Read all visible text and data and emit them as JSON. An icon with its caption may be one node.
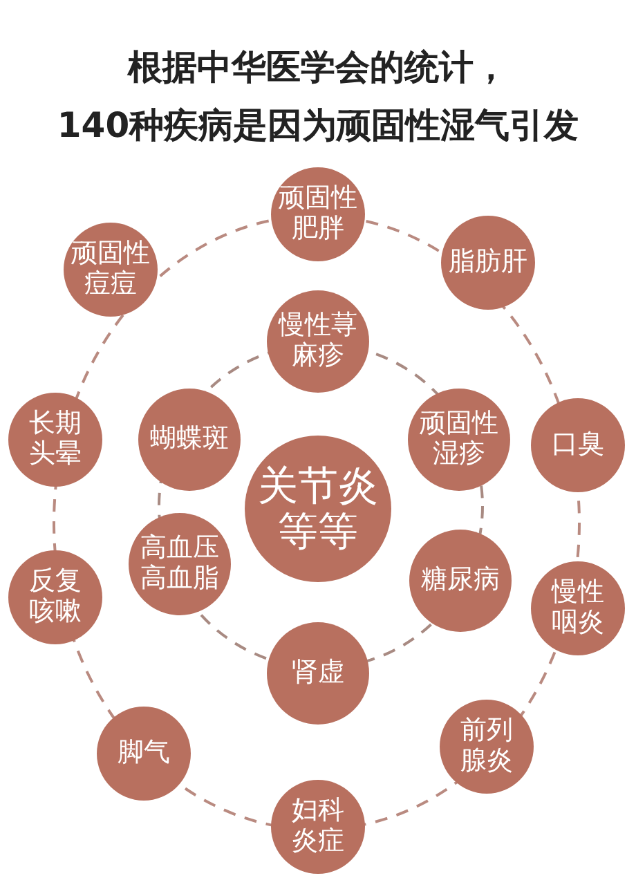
{
  "diagram": {
    "title": "根据中华医学会的统计，140种疾病是因为顽固性湿气引发",
    "nodes": [
      {
        "text": [
          "顽固性肥胖"
        ]
      },
      {
        "text": [
          "脂肪肝"
        ]
      },
      {
        "text": [
          "口臭"
        ]
      },
      {
        "text": [
          "慢性咽炎"
        ]
      },
      {
        "text": [
          "前列腺炎"
        ]
      },
      {
        "text": [
          "妇科炎症"
        ]
      },
      {
        "text": [
          "脚气"
        ]
      },
      {
        "text": [
          "反复咳嗽"
        ]
      },
      {
        "text": [
          "长期头晕"
        ]
      },
      {
        "text": [
          "顽固性痘痘"
        ]
      },
      {
        "text": [
          "慢性荨麻疹"
        ]
      },
      {
        "text": [
          "顽固性湿疹"
        ]
      },
      {
        "text": [
          "糖尿病"
        ]
      },
      {
        "text": [
          "肾虚"
        ]
      },
      {
        "text": [
          "高血压高血脂"
        ]
      },
      {
        "text": [
          "蝴蝶斑"
        ]
      },
      {
        "text": [
          "关节炎等等"
        ]
      }
    ]
  }
}
